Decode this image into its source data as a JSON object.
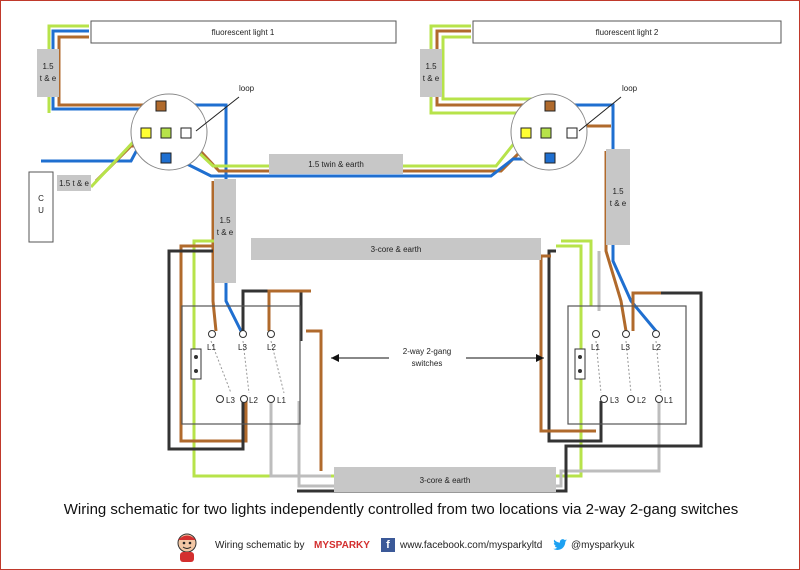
{
  "labels": {
    "fluorescent_light_1": "fluorescent light 1",
    "fluorescent_light_2": "fluorescent light 2",
    "cable_15_te_left": [
      "1.5",
      "t & e"
    ],
    "cable_15_te_right": [
      "1.5",
      "t & e"
    ],
    "cable_15_te_drop_left": [
      "1.5",
      "t & e"
    ],
    "cable_15_te_drop_right": [
      "1.5",
      "t & e"
    ],
    "cu_feed": "1.5 t & e",
    "cu": [
      "C",
      "U"
    ],
    "twin_earth": "1.5 twin & earth",
    "three_core_top": "3-core & earth",
    "three_core_bottom": "3-core & earth",
    "loop_left": "loop",
    "loop_right": "loop",
    "switch_caption": [
      "2-way 2-gang",
      "switches"
    ],
    "terminals_top": [
      "L1",
      "L3",
      "L2"
    ],
    "terminals_bottom": [
      "L3",
      "L2",
      "L1"
    ]
  },
  "title": "Wiring schematic for two lights independently controlled from two locations via 2-way 2-gang switches",
  "footer": {
    "credit_prefix": "Wiring schematic by",
    "brand": "MYSPARKY",
    "facebook": "www.facebook.com/mysparkyltd",
    "twitter": "@mysparkyuk",
    "facebook_icon": "facebook-icon",
    "twitter_icon": "twitter-icon"
  },
  "colors": {
    "brown": "#b06a2c",
    "blue": "#1f6fd0",
    "earth_green": "#b7e34a",
    "earth_yellow": "#e8e23a",
    "grey": "#bdbdbd",
    "black": "#333333",
    "cable_grey": "#c7c7c7",
    "frame_red": "#c0392b"
  }
}
